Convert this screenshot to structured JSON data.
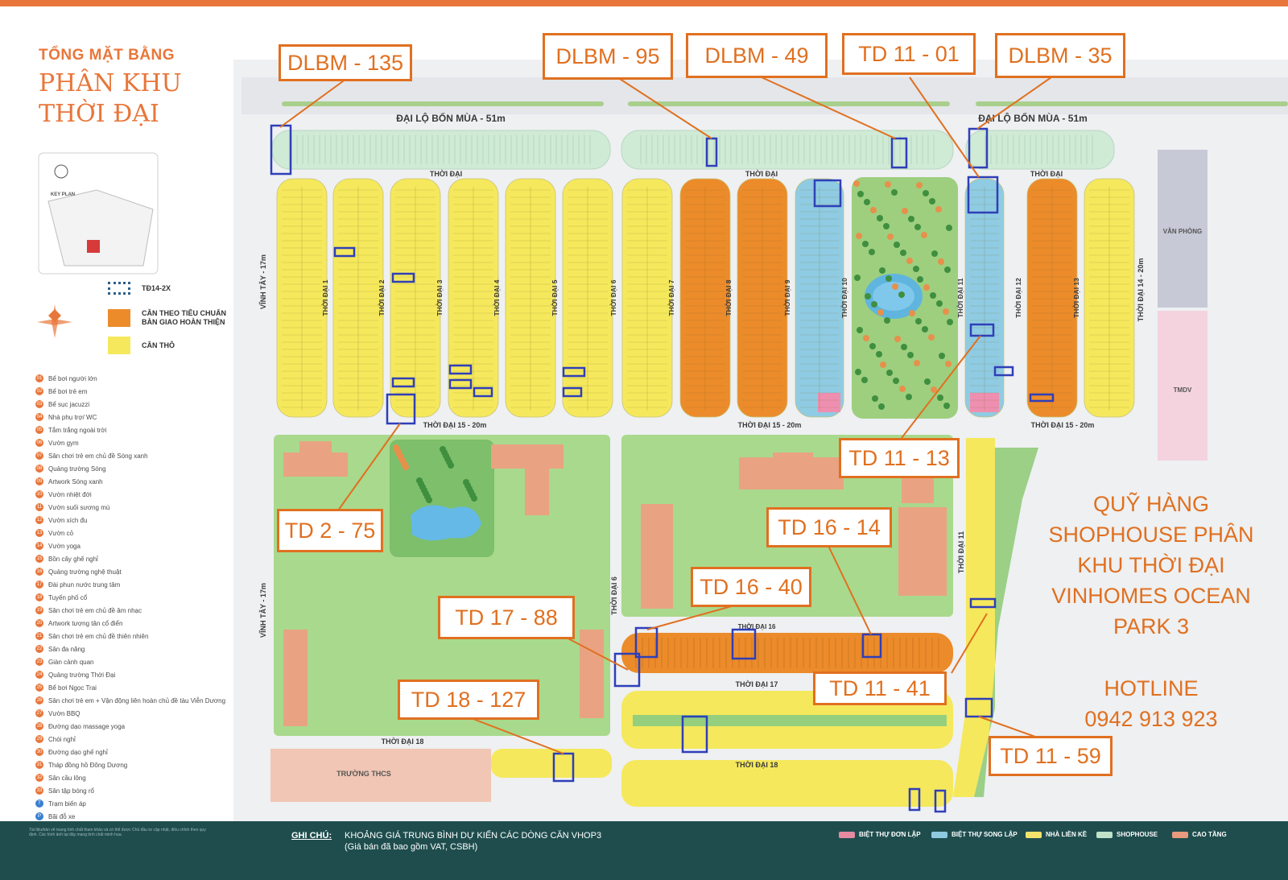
{
  "title": {
    "line1": "TỔNG MẶT BẰNG",
    "line2": "PHÂN KHU",
    "line3": "THỜI ĐẠI"
  },
  "key_plan_label": "KEY PLAN",
  "legend": {
    "td14": "TĐ14-2X",
    "finished": "CĂN THEO TIÊU CHUẨN BÀN GIAO HOÀN THIỆN",
    "raw": "CĂN THÔ"
  },
  "amenities": [
    {
      "n": "01",
      "t": "Bể bơi người lớn"
    },
    {
      "n": "02",
      "t": "Bể bơi trẻ em"
    },
    {
      "n": "03",
      "t": "Bể sục jacuzzi"
    },
    {
      "n": "04",
      "t": "Nhà phụ trợ/ WC"
    },
    {
      "n": "05",
      "t": "Tắm trắng ngoài trời"
    },
    {
      "n": "06",
      "t": "Vườn gym"
    },
    {
      "n": "07",
      "t": "Sân chơi trẻ em chủ đề Sóng xanh"
    },
    {
      "n": "08",
      "t": "Quảng trường Sóng"
    },
    {
      "n": "09",
      "t": "Artwork Sóng xanh"
    },
    {
      "n": "10",
      "t": "Vườn nhiệt đới"
    },
    {
      "n": "11",
      "t": "Vườn suối sương mù"
    },
    {
      "n": "12",
      "t": "Vườn xích đu"
    },
    {
      "n": "13",
      "t": "Vườn cỏ"
    },
    {
      "n": "14",
      "t": "Vườn yoga"
    },
    {
      "n": "15",
      "t": "Bồn cây ghế nghỉ"
    },
    {
      "n": "16",
      "t": "Quảng trường nghệ thuật"
    },
    {
      "n": "17",
      "t": "Đài phun nước trung tâm"
    },
    {
      "n": "18",
      "t": "Tuyến phố cổ"
    },
    {
      "n": "19",
      "t": "Sân chơi trẻ em chủ đề âm nhạc"
    },
    {
      "n": "20",
      "t": "Artwork tượng tân cổ điển"
    },
    {
      "n": "21",
      "t": "Sân chơi trẻ em chủ đề thiên nhiên"
    },
    {
      "n": "22",
      "t": "Sân đa năng"
    },
    {
      "n": "23",
      "t": "Giàn cảnh quan"
    },
    {
      "n": "24",
      "t": "Quảng trường Thời Đại"
    },
    {
      "n": "25",
      "t": "Bể bơi Ngọc Trai"
    },
    {
      "n": "26",
      "t": "Sân chơi trẻ em + Vận động liên hoàn chủ đề tàu Viễn Dương"
    },
    {
      "n": "27",
      "t": "Vườn BBQ"
    },
    {
      "n": "28",
      "t": "Đường dạo massage yoga"
    },
    {
      "n": "29",
      "t": "Chòi nghỉ"
    },
    {
      "n": "30",
      "t": "Đường dạo ghế nghỉ"
    },
    {
      "n": "31",
      "t": "Tháp đồng hồ Đông Dương"
    },
    {
      "n": "32",
      "t": "Sân cầu lông"
    },
    {
      "n": "33",
      "t": "Sân tập bóng rổ"
    },
    {
      "n": "T",
      "t": "Trạm biến áp",
      "blue": true
    },
    {
      "n": "P",
      "t": "Bãi đỗ xe",
      "blue": true
    }
  ],
  "roads": {
    "dai_lo_left": "ĐẠI LỘ BỐN MÙA - 51m",
    "dai_lo_right": "ĐẠI LỘ BỐN MÙA - 51m",
    "thoi_dai_1": "THỜI ĐẠI",
    "thoi_dai_2": "THỜI ĐẠI",
    "thoi_dai_3": "THỜI ĐẠI",
    "td15_a": "THỜI ĐẠI 15 - 20m",
    "td15_b": "THỜI ĐẠI 15 - 20m",
    "td15_c": "THỜI ĐẠI 15 - 20m",
    "td16": "THỜI ĐẠI 16",
    "td17": "THỜI ĐẠI 17",
    "td18_a": "THỜI ĐẠI 18",
    "td18_b": "THỜI ĐẠI 18",
    "vinh_tay_a": "VĨNH TÂY - 17m",
    "vinh_tay_b": "VĨNH TÂY - 17m",
    "td14_road": "THỜI ĐẠI 14 - 20m",
    "td6_road": "THỜI ĐẠI 6",
    "td11_road": "THỜI ĐẠI 11"
  },
  "block_labels": [
    "THỜI ĐẠI 1",
    "THỜI ĐẠI 2",
    "THỜI ĐẠI 3",
    "THỜI ĐẠI 4",
    "THỜI ĐẠI 5",
    "THỜI ĐẠI 6",
    "THỜI ĐẠI 7",
    "THỜI ĐẠI 8",
    "THỜI ĐẠI 9",
    "THỜI ĐẠI 10",
    "THỜI ĐẠI 11",
    "THỜI ĐẠI 12",
    "THỜI ĐẠI 13"
  ],
  "buildings": {
    "van_phong": "VĂN PHÒNG",
    "tmdv": "TMDV",
    "truong": "TRƯỜNG THCS"
  },
  "tags": [
    {
      "id": "dlbm135",
      "label": "DLBM - 135"
    },
    {
      "id": "dlbm95",
      "label": "DLBM - 95"
    },
    {
      "id": "dlbm49",
      "label": "DLBM - 49"
    },
    {
      "id": "td1101",
      "label": "TD 11 - 01"
    },
    {
      "id": "dlbm35",
      "label": "DLBM - 35"
    },
    {
      "id": "td1113",
      "label": "TD 11 - 13"
    },
    {
      "id": "td275",
      "label": "TD 2 - 75"
    },
    {
      "id": "td1614",
      "label": "TD 16 - 14"
    },
    {
      "id": "td1640",
      "label": "TD 16 - 40"
    },
    {
      "id": "td1788",
      "label": "TD 17 - 88"
    },
    {
      "id": "td1141",
      "label": "TD 11 - 41"
    },
    {
      "id": "td18127",
      "label": "TD 18 - 127"
    },
    {
      "id": "td1159",
      "label": "TD 11 - 59"
    }
  ],
  "side_text": {
    "l1": "QUỸ HÀNG",
    "l2": "SHOPHOUSE PHÂN",
    "l3": "KHU THỜI ĐẠI",
    "l4": "VINHOMES OCEAN",
    "l5": "PARK 3",
    "hotline": "HOTLINE",
    "phone": "0942 913 923"
  },
  "footer": {
    "ghi_chu": "GHI CHÚ:",
    "note1": "KHOẢNG GIÁ TRUNG BÌNH DỰ KIẾN CÁC DÒNG CĂN VHOP3",
    "note2": "(Giá bán đã bao gồm VAT, CSBH)",
    "disclaimer": "Tài liệu/bản vẽ mang tính chất tham khảo và có thể được Chủ đầu tư cập nhật, điều chỉnh theo quy định. Các hình ảnh tại đây mang tính chất minh họa.",
    "legend": [
      {
        "label": "BIỆT THỰ ĐƠN LẬP",
        "color": "#e58aa0"
      },
      {
        "label": "BIỆT THỰ SONG LẬP",
        "color": "#8fc9df"
      },
      {
        "label": "NHÀ LIỀN KỀ",
        "color": "#f3e36c"
      },
      {
        "label": "SHOPHOUSE",
        "color": "#bfe2c9"
      },
      {
        "label": "CAO TẦNG",
        "color": "#e99a7c"
      }
    ]
  },
  "colors": {
    "accent": "#e07020",
    "marker": "#2f3fb8",
    "yellow": "#f5e85c",
    "orange": "#ec8b2a",
    "blue": "#8fcbe2",
    "shop": "#cfead5",
    "green": "#9dcf7f",
    "building": "#e9a382"
  }
}
